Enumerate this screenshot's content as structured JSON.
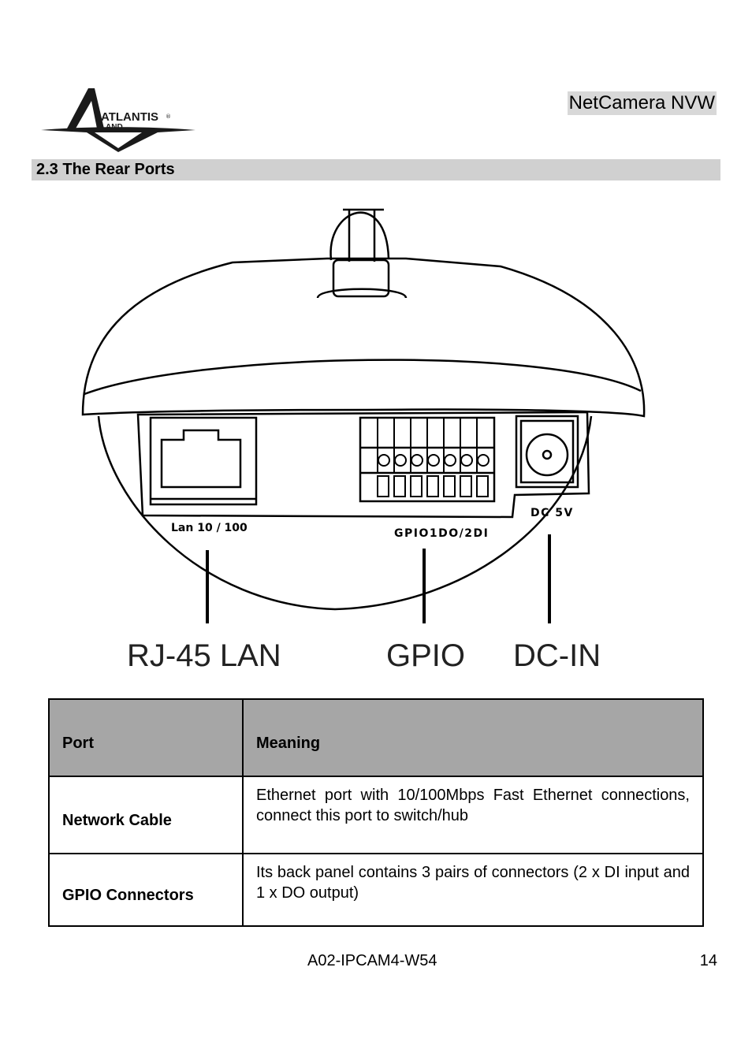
{
  "header": {
    "brand": "ATLANTIS",
    "brand_sub": "AND",
    "product": "NetCamera NVW"
  },
  "section": {
    "title": "2.3 The Rear Ports"
  },
  "figure": {
    "panel_labels": {
      "lan": "Lan 10 / 100",
      "gpio": "GPIO1DO/2DI",
      "dc": "DC 5V"
    },
    "callouts": {
      "lan": "RJ-45 LAN",
      "gpio": "GPIO",
      "dc": "DC-IN"
    }
  },
  "table": {
    "headers": {
      "port": "Port",
      "meaning": "Meaning"
    },
    "rows": [
      {
        "port": "Network Cable",
        "meaning": "Ethernet port with 10/100Mbps Fast Ethernet connections, connect this port to switch/hub"
      },
      {
        "port": "GPIO Connectors",
        "meaning": "Its back panel contains 3 pairs of connectors (2 x DI input and 1 x DO output)"
      }
    ]
  },
  "footer": {
    "model": "A02-IPCAM4-W54",
    "page": "14"
  }
}
